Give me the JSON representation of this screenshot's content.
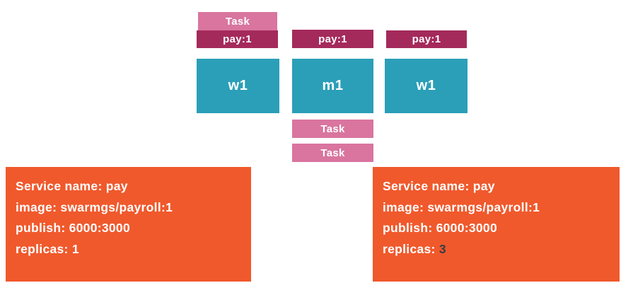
{
  "colors": {
    "task_pink": "#d9759f",
    "pay_magenta": "#a42a5b",
    "node_teal": "#2b9fb8",
    "service_orange": "#f0592c",
    "highlight_dark": "#3a3d42",
    "text_white": "#ffffff"
  },
  "diagram": {
    "left": {
      "task_badge": "Task",
      "pay_badge": "pay:1",
      "node_label": "w1"
    },
    "middle": {
      "pay_badge": "pay:1",
      "node_label": "m1",
      "pending_tasks": [
        "Task",
        "Task"
      ],
      "pending_task_0": "Task",
      "pending_task_1": "Task"
    },
    "right": {
      "pay_badge": "pay:1",
      "node_label": "w1"
    }
  },
  "cards": {
    "left": {
      "line1": "Service name: pay",
      "line2": "image: swarmgs/payroll:1",
      "line3": "publish: 6000:3000",
      "line4": "replicas: 1"
    },
    "right": {
      "line1": "Service name: pay",
      "line2": "image: swarmgs/payroll:1",
      "line3": "publish: 6000:3000",
      "line4_prefix": "replicas: ",
      "line4_highlight": "3"
    }
  }
}
